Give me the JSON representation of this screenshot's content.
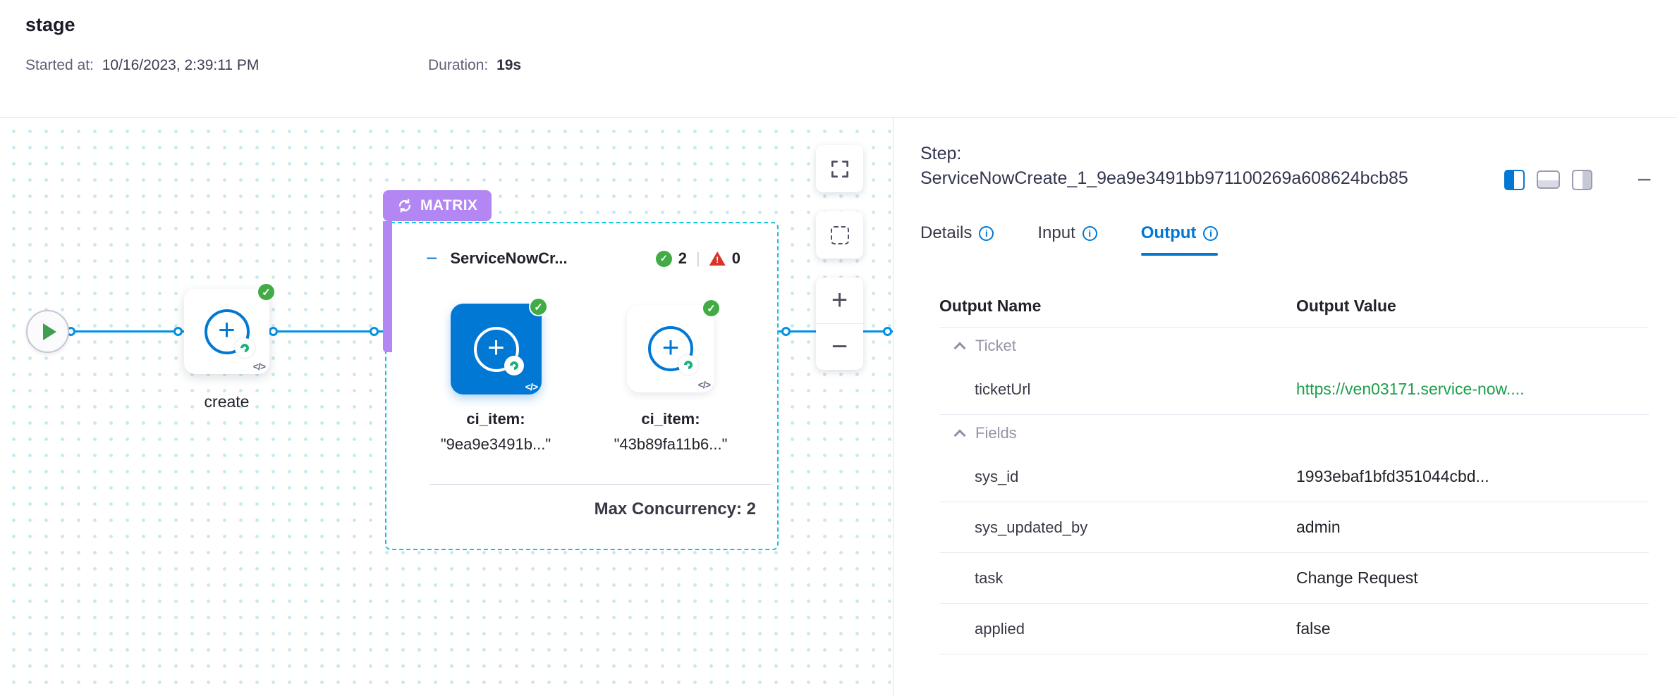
{
  "header": {
    "title": "stage",
    "started_label": "Started at:",
    "started_value": "10/16/2023, 2:39:11 PM",
    "duration_label": "Duration:",
    "duration_value": "19s"
  },
  "icons": {
    "check": "✓",
    "warning": "!",
    "info": "i",
    "code": "</>",
    "collapse_minus": "−",
    "zoom_in": "+",
    "zoom_out": "−",
    "panel_minimize": "−"
  },
  "colors": {
    "accent_blue": "#0278d5",
    "edge_blue": "#0092e4",
    "success_green": "#42ab45",
    "error_red": "#d9342b",
    "matrix_purple": "#b286f3",
    "matrix_border_teal": "#11c5dd",
    "link_green": "#1b9e4a"
  },
  "canvas": {
    "create_step": {
      "label": "create"
    },
    "matrix": {
      "badge_label": "MATRIX",
      "group_title": "ServiceNowCr...",
      "success_count": "2",
      "error_count": "0",
      "count_separator": "|",
      "steps": [
        {
          "name": "ci_item:",
          "value": "\"9ea9e3491b...\""
        },
        {
          "name": "ci_item:",
          "value": "\"43b89fa11b6...\""
        }
      ],
      "max_concurrency_label": "Max Concurrency:",
      "max_concurrency_value": "2"
    }
  },
  "panel": {
    "step_label": "Step:",
    "step_name": "ServiceNowCreate_1_9ea9e3491bb971100269a608624bcb85",
    "tabs": [
      {
        "label": "Details"
      },
      {
        "label": "Input"
      },
      {
        "label": "Output"
      }
    ],
    "table": {
      "columns": [
        "Output Name",
        "Output Value"
      ],
      "groups": [
        {
          "name": "Ticket",
          "rows": [
            {
              "name": "ticketUrl",
              "value": "https://ven03171.service-now...."
            }
          ]
        },
        {
          "name": "Fields",
          "rows": [
            {
              "name": "sys_id",
              "value": "1993ebaf1bfd351044cbd..."
            },
            {
              "name": "sys_updated_by",
              "value": "admin"
            },
            {
              "name": "task",
              "value": "Change Request"
            },
            {
              "name": "applied",
              "value": "false"
            }
          ]
        }
      ]
    }
  }
}
